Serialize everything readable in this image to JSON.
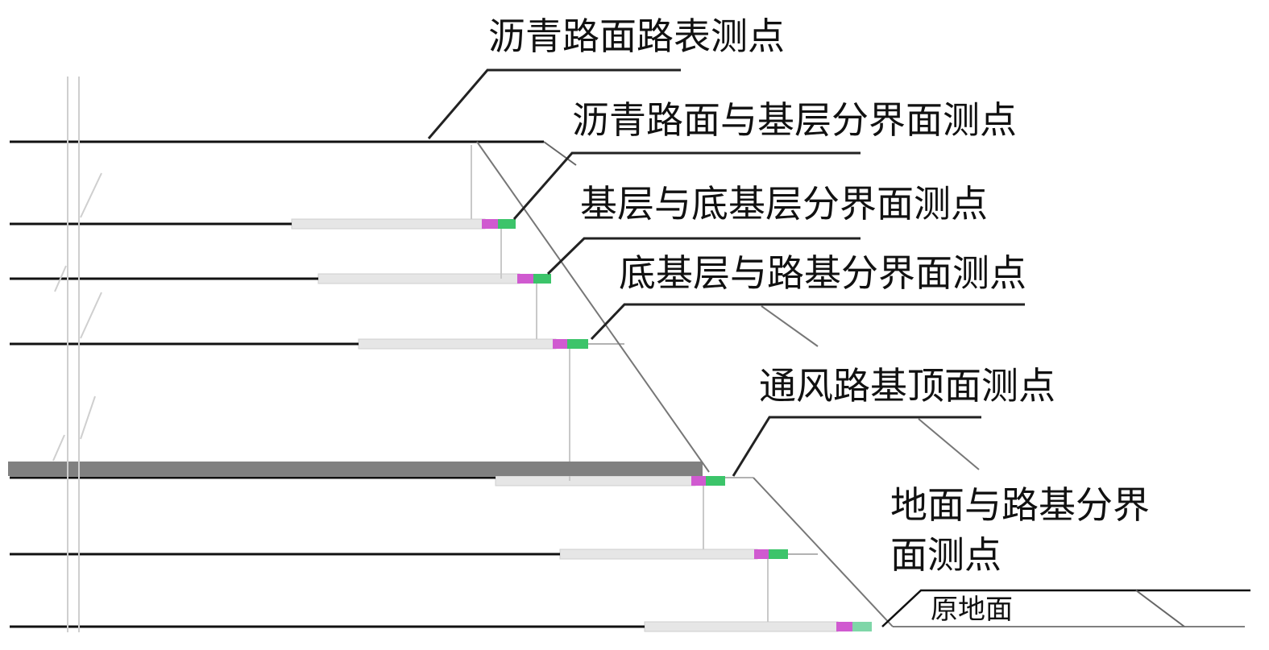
{
  "labels": {
    "asphalt_surface": "沥青路面路表测点",
    "asphalt_base_interface": "沥青路面与基层分界面测点",
    "base_subbase_interface": "基层与底基层分界面测点",
    "subbase_subgrade_interface": "底基层与路基分界面测点",
    "ventilated_subgrade_top": "通风路基顶面测点",
    "ground_subgrade_line1": "地面与路基分界",
    "ground_subgrade_line2": "面测点",
    "original_ground": "原地面"
  },
  "colors": {
    "line": "#111111",
    "leader": "#222222",
    "pipe": "#e6e6e6",
    "pipe_edge": "#cfcfcf",
    "probe_magenta": "#d05ad0",
    "probe_green": "#3cc46a",
    "slope": "#888888",
    "band": "#808080",
    "vertical": "#c9c9c9"
  }
}
